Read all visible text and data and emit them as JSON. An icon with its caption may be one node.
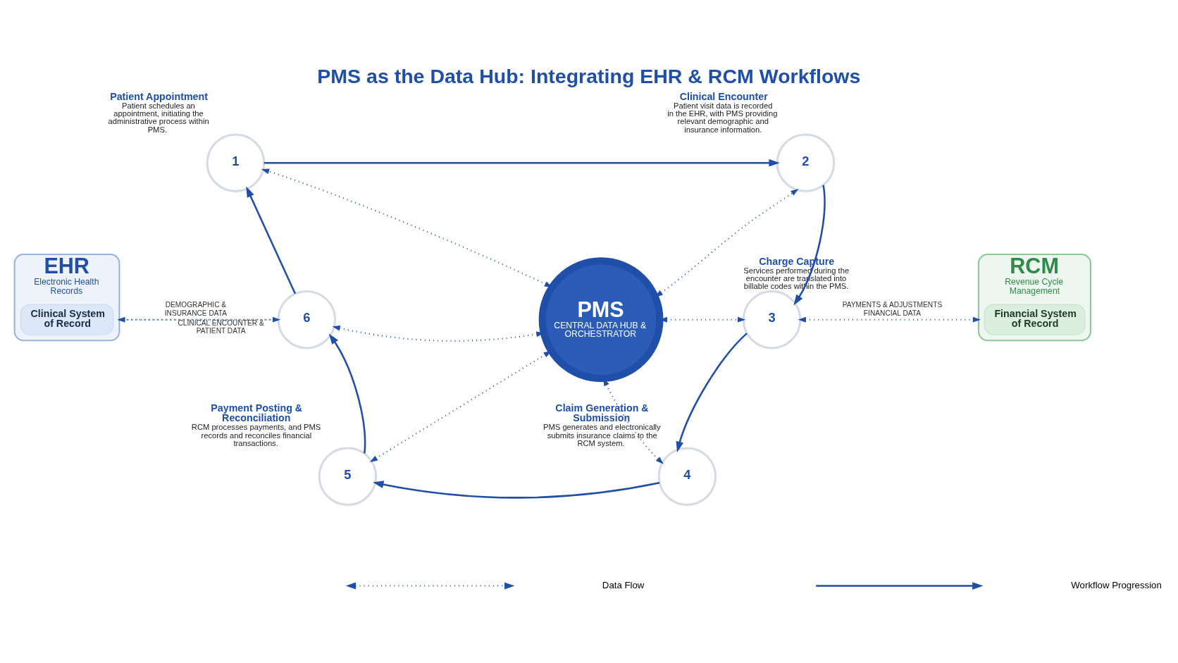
{
  "diagram": {
    "title": "PMS as the Data Hub: Integrating EHR & RCM Workflows",
    "nodes": [
      {
        "text": [
          "EHR",
          "Electronic Health Records"
        ]
      },
      {
        "text": [
          "Clinical System of Record"
        ],
        "in": 0
      },
      {
        "text": [
          "RCM",
          "Revenue Cycle Management"
        ]
      },
      {
        "text": [
          "Financial System of Record"
        ],
        "in": 2
      },
      {
        "text": [
          "PMS",
          "CENTRAL DATA HUB & ORCHESTRATOR"
        ]
      },
      {
        "text": [
          "1"
        ],
        "beside": [
          "Patient Appointment",
          "Patient schedules an appointment, initiating the administrative process within PMS."
        ]
      },
      {
        "text": [
          "2"
        ],
        "beside": [
          "Clinical Encounter",
          "Patient visit data is recorded in the EHR, with PMS providing relevant demographic and insurance information."
        ]
      },
      {
        "text": [
          "3"
        ],
        "beside": [
          "Charge Capture",
          "Services performed during the encounter are translated into billable codes within the PMS."
        ]
      },
      {
        "text": [
          "4"
        ],
        "beside": [
          "Claim Generation & Submission",
          "PMS generates and electronically submits insurance claims to the RCM system."
        ]
      },
      {
        "text": [
          "5"
        ],
        "beside": [
          "Payment Posting & Reconciliation",
          "RCM processes payments, and PMS records and reconciles financial transactions."
        ]
      },
      {
        "text": [
          "6"
        ]
      }
    ],
    "edges": [
      {
        "from": 5,
        "to": 6,
        "arrow": "to"
      },
      {
        "from": 6,
        "to": 7,
        "arrow": "to"
      },
      {
        "from": 7,
        "to": 8,
        "arrow": "to"
      },
      {
        "from": 8,
        "to": 9,
        "arrow": "to"
      },
      {
        "from": 9,
        "to": 10,
        "arrow": "to"
      },
      {
        "from": 10,
        "to": 5,
        "arrow": "to"
      },
      {
        "from": 4,
        "to": 5,
        "arrow": "both",
        "style": "dashed"
      },
      {
        "from": 4,
        "to": 6,
        "arrow": "both",
        "style": "dashed"
      },
      {
        "from": 4,
        "to": 7,
        "arrow": "both",
        "style": "dashed"
      },
      {
        "from": 4,
        "to": 8,
        "arrow": "both",
        "style": "dashed"
      },
      {
        "from": 4,
        "to": 9,
        "arrow": "both",
        "style": "dashed"
      },
      {
        "from": 4,
        "to": 10,
        "arrow": "both",
        "style": "dashed"
      },
      {
        "from": 0,
        "to": 10,
        "arrow": "to",
        "style": "dashed",
        "label": "DEMOGRAPHIC & INSURANCE DATA"
      },
      {
        "from": 10,
        "to": 0,
        "arrow": "to",
        "style": "dashed",
        "label": "CLINICAL ENCOUNTER & PATIENT DATA"
      },
      {
        "from": 7,
        "to": 2,
        "arrow": "both",
        "style": "dashed",
        "label": "PAYMENTS & ADJUSTMENTS FINANCIAL DATA"
      }
    ],
    "legend": [
      {
        "text": "Data Flow"
      },
      {
        "text": "Workflow Progression"
      }
    ]
  }
}
